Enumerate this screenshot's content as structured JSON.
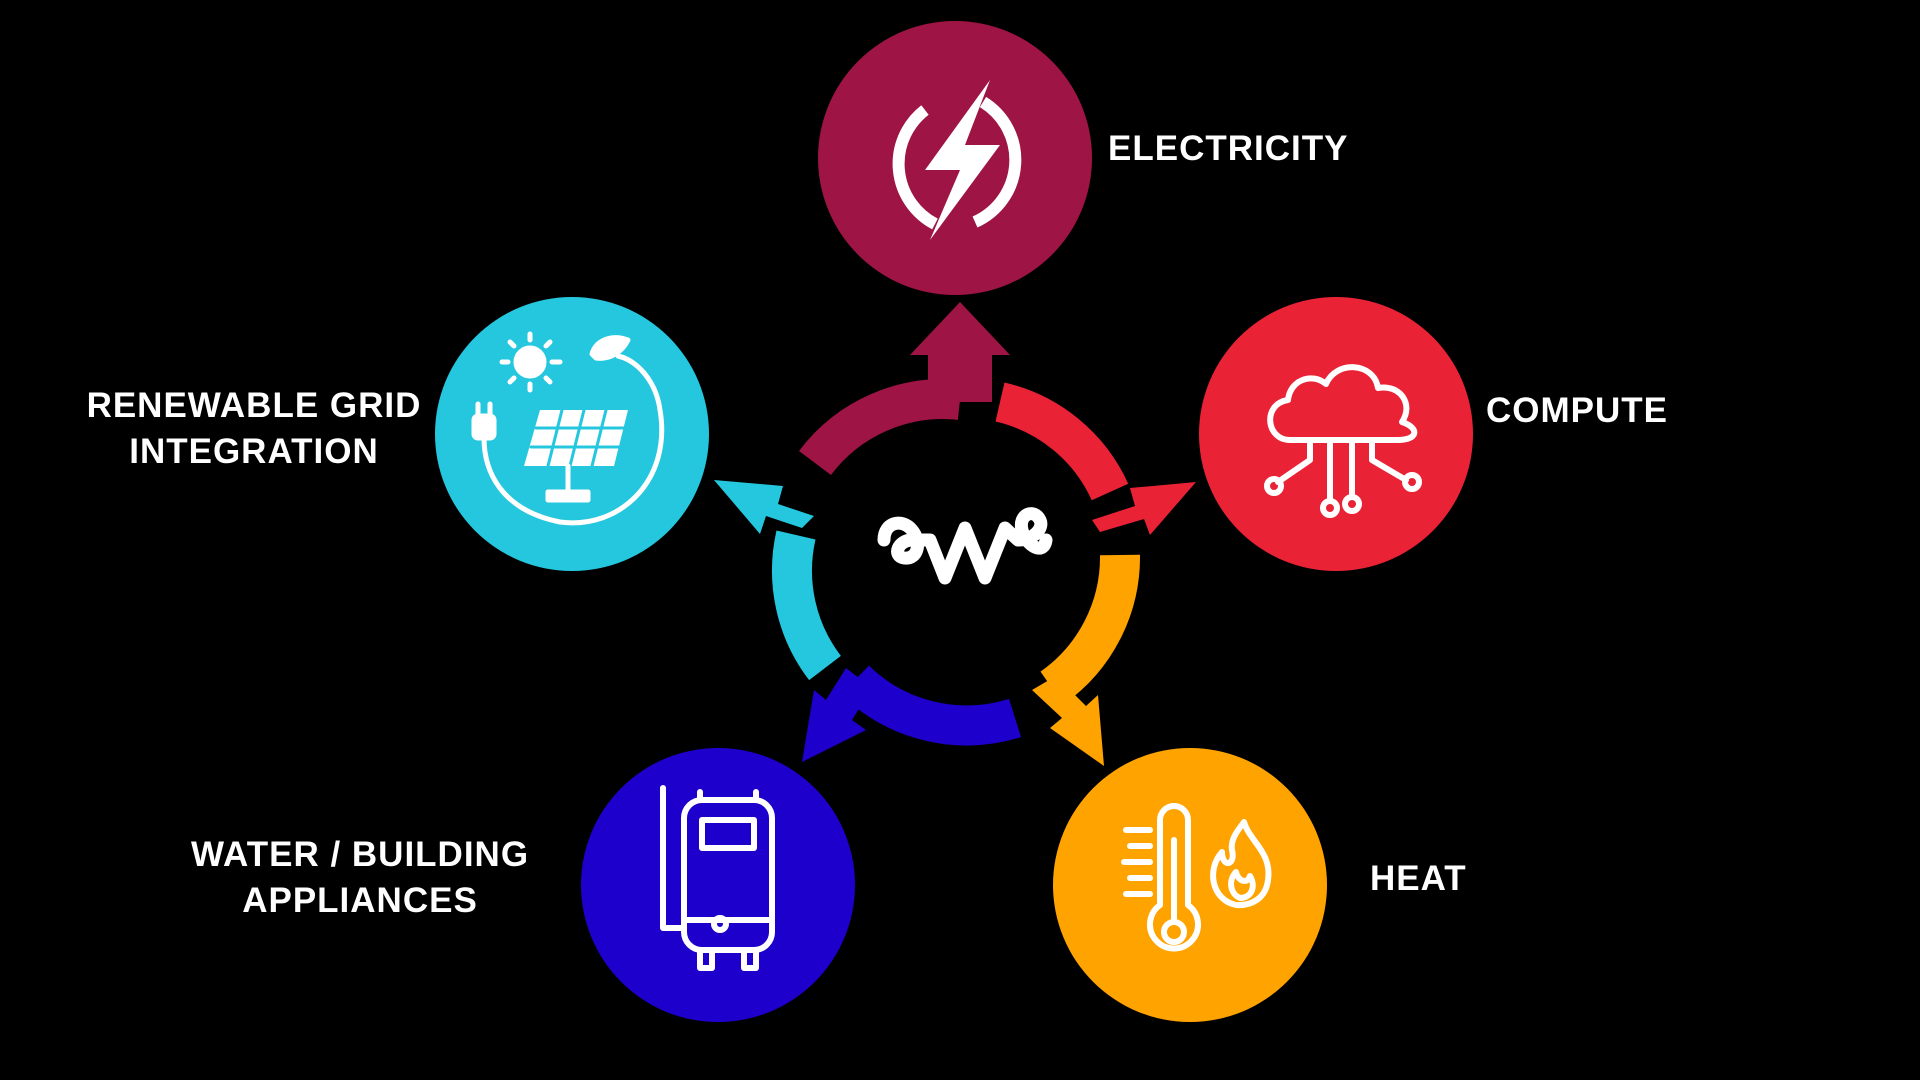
{
  "colors": {
    "background": "#000000",
    "electricity": "#9e1444",
    "compute": "#ea2236",
    "heat": "#ffa300",
    "water": "#1d00cc",
    "renewable": "#25c7de",
    "icon_stroke": "#ffffff"
  },
  "center": {
    "logo_icon": "wave-logo-icon"
  },
  "nodes": [
    {
      "id": "electricity",
      "icon": "lightning-power-icon",
      "label_lines": [
        "ELECTRICITY"
      ]
    },
    {
      "id": "compute",
      "icon": "cloud-network-icon",
      "label_lines": [
        "COMPUTE"
      ]
    },
    {
      "id": "heat",
      "icon": "thermometer-flame-icon",
      "label_lines": [
        "HEAT"
      ]
    },
    {
      "id": "water",
      "icon": "water-heater-icon",
      "label_lines": [
        "WATER / BUILDING",
        "APPLIANCES"
      ]
    },
    {
      "id": "renewable",
      "icon": "solar-panel-plug-icon",
      "label_lines": [
        "RENEWABLE GRID",
        "INTEGRATION"
      ]
    }
  ]
}
